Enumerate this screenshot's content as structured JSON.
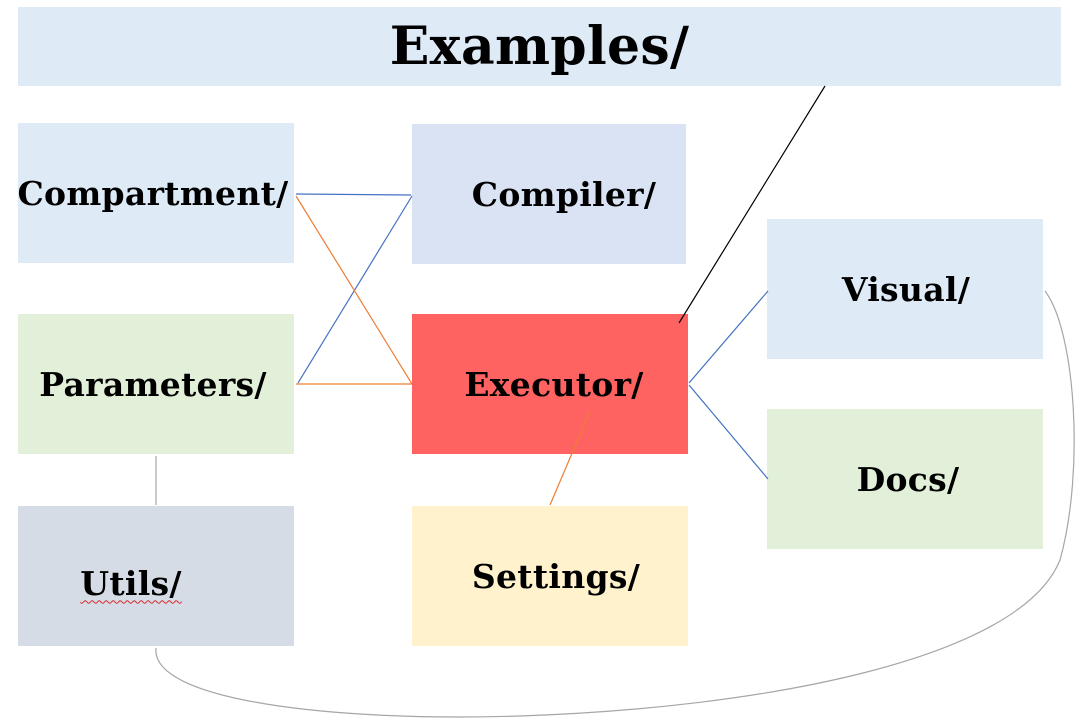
{
  "title": "Examples/",
  "nodes": {
    "compartment": {
      "label": "Compartment/",
      "color": "#deebf7"
    },
    "compiler": {
      "label": "Compiler/",
      "color": "#dae3f3"
    },
    "parameters": {
      "label": "Parameters/",
      "color": "#e2f0d9"
    },
    "executor": {
      "label": "Executor/",
      "color": "#ff6361"
    },
    "visual": {
      "label": "Visual/",
      "color": "#deebf7"
    },
    "docs": {
      "label": "Docs/",
      "color": "#e2f0d9"
    },
    "utils": {
      "label": "Utils/",
      "color": "#d6dce5"
    },
    "settings": {
      "label": "Settings/",
      "color": "#fff2cc"
    }
  },
  "title_color": "#deebf7",
  "edge_colors": {
    "blue": "#4472c4",
    "orange": "#ed7d31",
    "black": "#000000",
    "gray": "#a6a6a6"
  },
  "edges": [
    {
      "from": "compartment",
      "to": "compiler",
      "color": "blue"
    },
    {
      "from": "compiler",
      "to": "parameters",
      "color": "blue"
    },
    {
      "from": "compartment",
      "to": "executor",
      "color": "orange"
    },
    {
      "from": "parameters",
      "to": "executor",
      "color": "orange"
    },
    {
      "from": "executor",
      "to": "examples",
      "color": "black"
    },
    {
      "from": "executor",
      "to": "visual",
      "color": "blue"
    },
    {
      "from": "executor",
      "to": "docs",
      "color": "blue"
    },
    {
      "from": "settings",
      "to": "executor",
      "color": "orange"
    },
    {
      "from": "utils",
      "to": "parameters",
      "color": "gray"
    },
    {
      "from": "utils",
      "to": "visual",
      "color": "gray"
    }
  ]
}
